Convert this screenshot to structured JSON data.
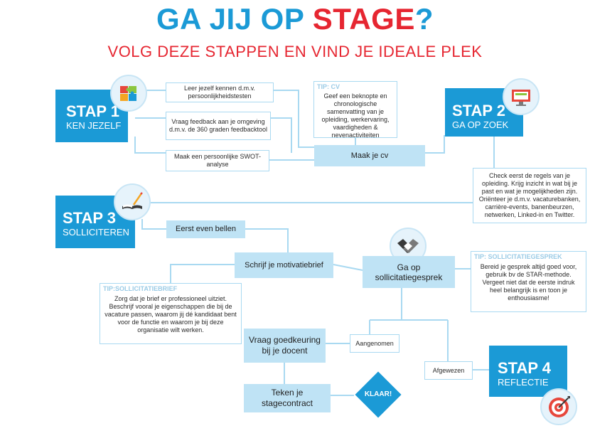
{
  "title": {
    "part1": "GA JIJ OP ",
    "part2": "STAGE",
    "part3": "?"
  },
  "subtitle": "VOLG DEZE STAPPEN EN VIND JE IDEALE PLEK",
  "steps": [
    {
      "num": "STAP 1",
      "label": "KEN JEZELF"
    },
    {
      "num": "STAP 2",
      "label": "GA OP ZOEK"
    },
    {
      "num": "STAP 3",
      "label": "SOLLICITEREN"
    },
    {
      "num": "STAP 4",
      "label": "REFLECTIE"
    }
  ],
  "step1_boxes": [
    "Leer jezelf kennen d.m.v. persoonlijkheidstesten",
    "Vraag feedback aan je omgeving d.m.v. de 360 graden feedbacktool",
    "Maak een persoonlijke SWOT-analyse"
  ],
  "tip_cv": {
    "label": "TIP: CV",
    "text": "Geef een beknopte en chronologische samenvatting van je opleiding, werkervaring, vaardigheden & nevenactiviteiten"
  },
  "maak_cv": "Maak je cv",
  "step2_text": "Check eerst de regels van je opleiding. Krijg inzicht in wat bij je past en wat je mogelijkheden zijn. Oriënteer je d.m.v. vacaturebanken, carrière-events, banenbeurzen, netwerken, Linked-in en Twitter.",
  "eerst_bellen": "Eerst even bellen",
  "motivatiebrief": "Schrijf je motivatiebrief",
  "tip_brief": {
    "label": "TIP:SOLLICITATIEBRIEF",
    "text": "Zorg dat je brief er professioneel uitziet. Beschrijf vooral je eigenschappen die bij de vacature passen, waarom jij dé kandidaat bent voor de functie en waarom je bij deze organisatie wilt werken."
  },
  "gesprek": "Ga op sollicitatiegesprek",
  "tip_gesprek": {
    "label": "TIP: SOLLICITATIEGESPREK",
    "text": "Bereid je gesprek altijd goed voor, gebruik bv de STAR-methode. Vergeet niet dat de eerste indruk heel belangrijk is en toon je enthousiasme!"
  },
  "aangenomen": "Aangenomen",
  "afgewezen": "Afgewezen",
  "goedkeuring": "Vraag goedkeuring bij je docent",
  "stagecontract": "Teken je stagecontract",
  "klaar": "KLAAR!",
  "icons": [
    "puzzle-icon",
    "monitor-icon",
    "book-pen-icon",
    "handshake-icon",
    "target-icon"
  ],
  "colors": {
    "blue": "#1b9ad6",
    "red": "#e62631",
    "light_blue": "#bfe3f5",
    "line": "#a9d9f1"
  }
}
